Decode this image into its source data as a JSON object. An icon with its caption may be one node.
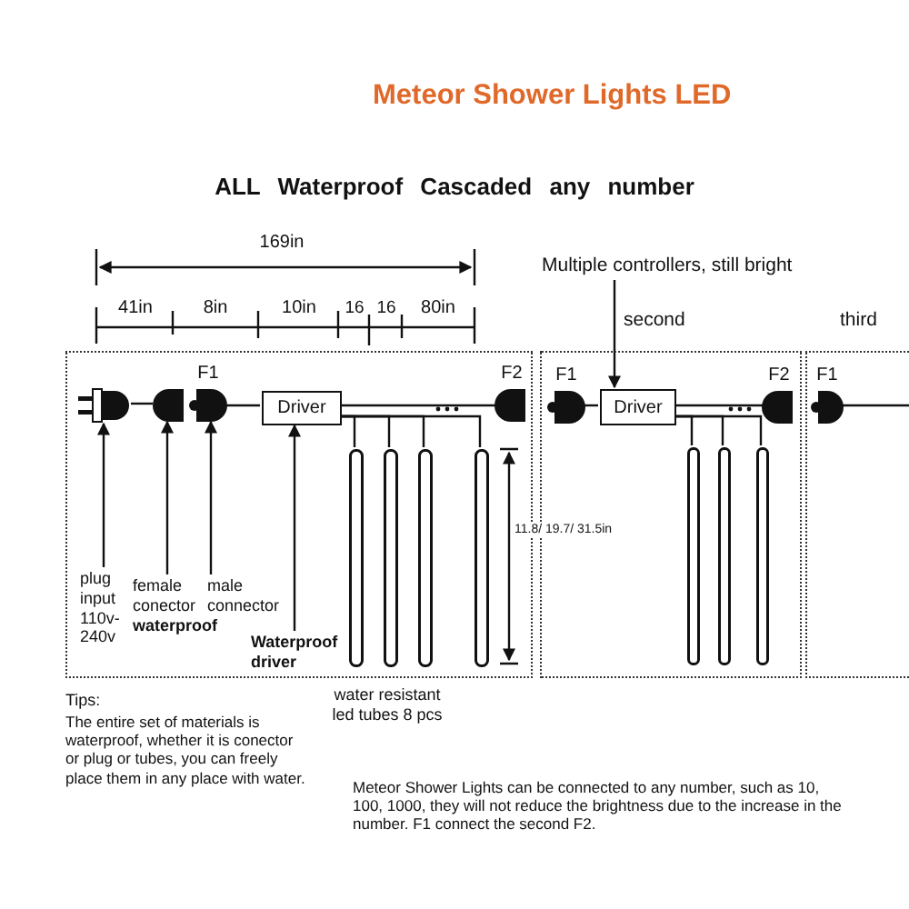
{
  "diagram": {
    "title": "Meteor Shower Lights LED",
    "nodes": [
      {
        "text": [],
        "shape": "box"
      },
      {
        "text": [],
        "shape": "plug",
        "in": 0
      },
      {
        "text": [],
        "shape": "connector",
        "in": 0
      },
      {
        "text": [
          "F1"
        ],
        "in": 0
      },
      {
        "text": [
          "Driver"
        ],
        "in": 0
      },
      {
        "text": [
          "F2"
        ],
        "in": 0
      },
      {
        "text": [],
        "shape": "tube",
        "in": 0
      },
      {
        "text": [],
        "shape": "tube",
        "in": 0
      },
      {
        "text": [],
        "shape": "tube",
        "in": 0
      },
      {
        "text": [],
        "shape": "tube",
        "in": 0
      },
      {
        "text": [
          "plug input 110v-240v"
        ],
        "in": 0
      },
      {
        "text": [
          "female conector **waterproof**"
        ],
        "in": 0
      },
      {
        "text": [
          "male connector"
        ],
        "in": 0
      },
      {
        "text": [
          "Waterproof driver"
        ],
        "in": 0
      },
      {
        "text": [],
        "shape": "box",
        "beside": [
          "second"
        ]
      },
      {
        "text": [
          "F1"
        ],
        "in": 14
      },
      {
        "text": [
          "Driver"
        ],
        "in": 14
      },
      {
        "text": [
          "F2"
        ],
        "in": 14
      },
      {
        "text": [],
        "shape": "tube",
        "in": 14
      },
      {
        "text": [],
        "shape": "tube",
        "in": 14
      },
      {
        "text": [],
        "shape": "tube",
        "in": 14
      },
      {
        "text": [],
        "shape": "box",
        "beside": [
          "third"
        ]
      },
      {
        "text": [
          "F1"
        ],
        "in": 21
      },
      {
        "text": [
          "Multiple controllers, still bright"
        ]
      }
    ],
    "edges": [
      {
        "from": 10,
        "to": 1,
        "arrow": "to"
      },
      {
        "from": 11,
        "to": 2,
        "arrow": "to"
      },
      {
        "from": 12,
        "to": 3,
        "arrow": "to"
      },
      {
        "from": 13,
        "to": 4,
        "arrow": "to"
      },
      {
        "from": 1,
        "to": 2,
        "arrow": "none"
      },
      {
        "from": 3,
        "to": 4,
        "arrow": "none"
      },
      {
        "from": 4,
        "to": 5,
        "arrow": "none"
      },
      {
        "from": 4,
        "to": 6,
        "arrow": "none"
      },
      {
        "from": 4,
        "to": 7,
        "arrow": "none"
      },
      {
        "from": 4,
        "to": 8,
        "arrow": "none"
      },
      {
        "from": 4,
        "to": 9,
        "arrow": "none"
      },
      {
        "from": 15,
        "to": 16,
        "arrow": "none"
      },
      {
        "from": 16,
        "to": 17,
        "arrow": "none"
      },
      {
        "from": 16,
        "to": 18,
        "arrow": "none"
      },
      {
        "from": 16,
        "to": 19,
        "arrow": "none"
      },
      {
        "from": 16,
        "to": 20,
        "arrow": "none"
      },
      {
        "from": 23,
        "to": 16,
        "arrow": "to"
      },
      {
        "from": 22,
        "to": null,
        "arrow": "none"
      }
    ],
    "labels": [
      "ALL Waterproof Cascaded any number",
      "169in",
      "41in",
      "8in",
      "10in",
      "16",
      "16",
      "80in",
      "11.8/ 19.7/ 31.5in",
      "water resistant led tubes 8 pcs",
      "Tips:",
      "The entire set of materials is waterproof, whether it is conector or plug or tubes, you can freely place them in any place with water.",
      "Meteor Shower Lights can be connected to any number, such as 10, 100, 1000, they will not reduce the brightness due to the increase in the number. F1 connect the second F2."
    ]
  }
}
